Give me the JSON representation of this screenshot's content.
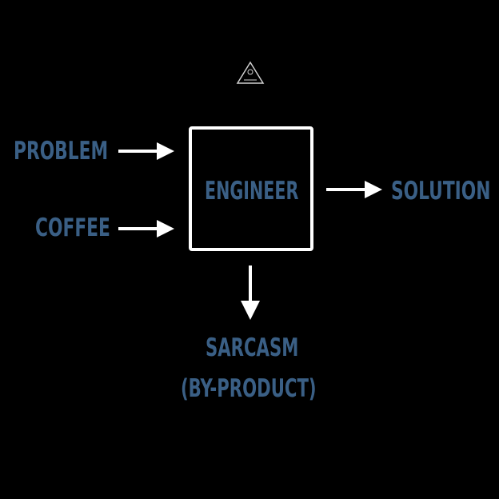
{
  "diagram": {
    "inputs": [
      "PROBLEM",
      "COFFEE"
    ],
    "process": "ENGINEER",
    "output": "SOLUTION",
    "byproduct_line1": "SARCASM",
    "byproduct_line2": "(BY-PRODUCT)"
  },
  "colors": {
    "background": "#000000",
    "text": "#3a5f85",
    "lines": "#ffffff"
  },
  "logo": {
    "icon": "triangle-logo-icon"
  }
}
